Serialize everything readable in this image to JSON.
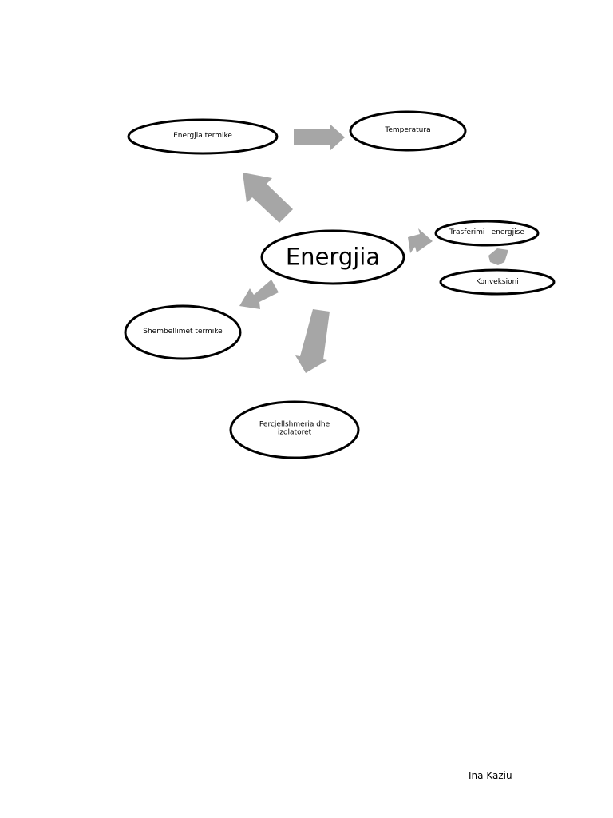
{
  "diagram": {
    "center": {
      "label": "Energjia"
    },
    "nodes": {
      "energjia_termike": "Energjia termike",
      "temperatura": "Temperatura",
      "trasferimi": "Trasferimi i energjise",
      "konveksioni": "Konveksioni",
      "shembellimet": "Shembellimet termike",
      "percjellshmeria": "Percjellshmeria dhe izolatoret"
    },
    "colors": {
      "arrow": "#a6a6a6",
      "outline": "#000000",
      "background": "#ffffff"
    }
  },
  "author": "Ina Kaziu"
}
